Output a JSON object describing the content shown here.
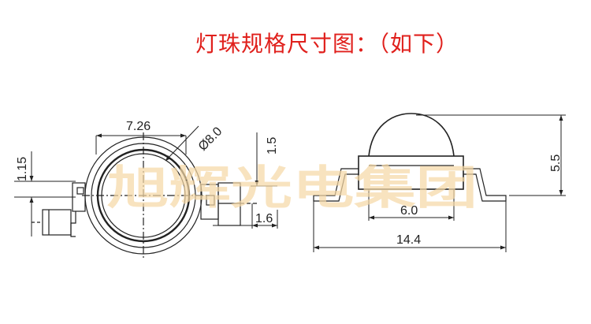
{
  "title": "灯珠规格尺寸图：（如下）",
  "watermark": "旭辉光电集团",
  "colors": {
    "title": "#e0201c",
    "line": "#222222",
    "watermark": "#f5d8a6"
  },
  "dimensions": {
    "top_width": "7.26",
    "lens_diameter": "Ø8.0",
    "left_height": "1.15",
    "right_height": "1.5",
    "lead_width": "1.6",
    "body_width": "6.0",
    "total_height": "5.5",
    "total_length": "14.4"
  }
}
